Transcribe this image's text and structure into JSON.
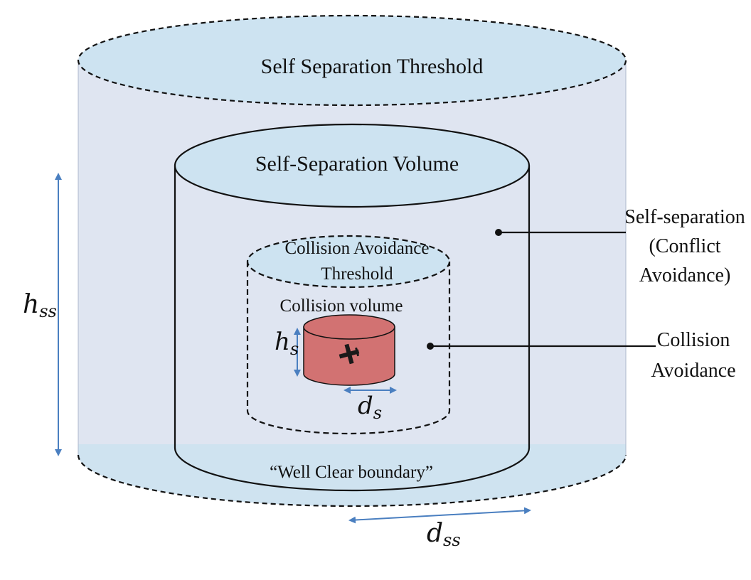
{
  "labels": {
    "outer_threshold": "Self Separation Threshold",
    "ss_volume": "Self-Separation Volume",
    "ca_threshold_line1": "Collision Avoidance",
    "ca_threshold_line2": "Threshold",
    "collision_volume": "Collision volume",
    "well_clear": "“Well Clear boundary”",
    "self_sep_line1": "Self-separation",
    "self_sep_line2": "(Conflict",
    "self_sep_line3": "Avoidance)",
    "coll_av_line1": "Collision",
    "coll_av_line2": "Avoidance"
  },
  "dimensions": {
    "h_ss": {
      "symbol": "h",
      "subscript": "ss"
    },
    "d_ss": {
      "symbol": "d",
      "subscript": "ss"
    },
    "h_s": {
      "symbol": "h",
      "subscript": "s"
    },
    "d_s": {
      "symbol": "d",
      "subscript": "s"
    }
  },
  "colors": {
    "outer_fill": "#dfe5f1",
    "ellipse_fill": "#cde3f1",
    "collision_fill": "#d27272",
    "arrow": "#4a7fc0",
    "stroke": "#111111"
  }
}
